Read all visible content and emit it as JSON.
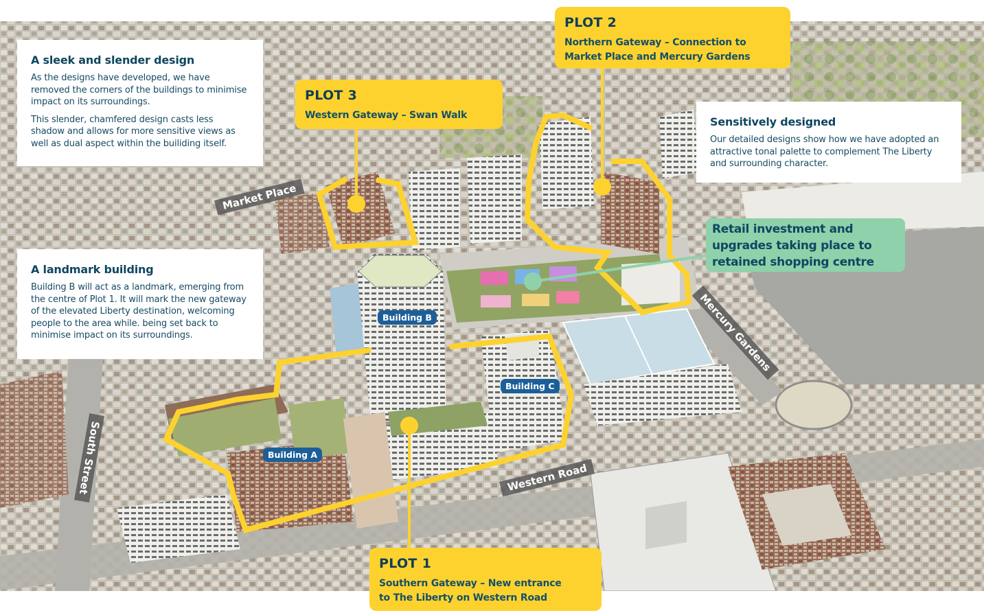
{
  "cards": {
    "sleek": {
      "title": "A sleek and slender design",
      "paragraphs": [
        "As the designs have developed, we have removed the corners of the buildings to minimise impact on its surroundings.",
        "This slender, chamfered design casts less shadow and allows for more sensitive views as well as dual aspect within the builiding itself."
      ]
    },
    "landmark": {
      "title": "A landmark building",
      "paragraphs": [
        "Building B will act as a landmark, emerging from the centre of Plot 1. It will mark the new gateway of the elevated Liberty destination, welcoming people to the area while. being set back to minimise impact on its surroundings."
      ]
    },
    "sensitive": {
      "title": "Sensitively designed",
      "paragraphs": [
        "Our detailed designs show how we have adopted an attractive tonal palette to complement The Liberty and surrounding character."
      ]
    }
  },
  "plots": {
    "plot1": {
      "title": "PLOT 1",
      "subtitle_line1": "Southern Gateway – New entrance",
      "subtitle_line2": "to The Liberty on Western Road"
    },
    "plot2": {
      "title": "PLOT 2",
      "subtitle_line1": "Northern Gateway – Connection to",
      "subtitle_line2": "Market Place and Mercury Gardens"
    },
    "plot3": {
      "title": "PLOT 3",
      "subtitle_line1": "Western Gateway – Swan Walk"
    }
  },
  "retail": {
    "line1": "Retail investment and",
    "line2": "upgrades taking place to",
    "line3": "retained shopping centre"
  },
  "buildings": {
    "a": "Building A",
    "b": "Building B",
    "c": "Building C"
  },
  "streets": {
    "market_place": "Market Place",
    "mercury_gardens": "Mercury Gardens",
    "south_street": "South Street",
    "western_road": "Western Road"
  },
  "colors": {
    "plot_yellow": "#fdd22f",
    "retail_green": "#8fd1ab",
    "building_pill_blue": "#1c5f98",
    "text_navy": "#12445e",
    "street_plate_grey": "#555555"
  }
}
